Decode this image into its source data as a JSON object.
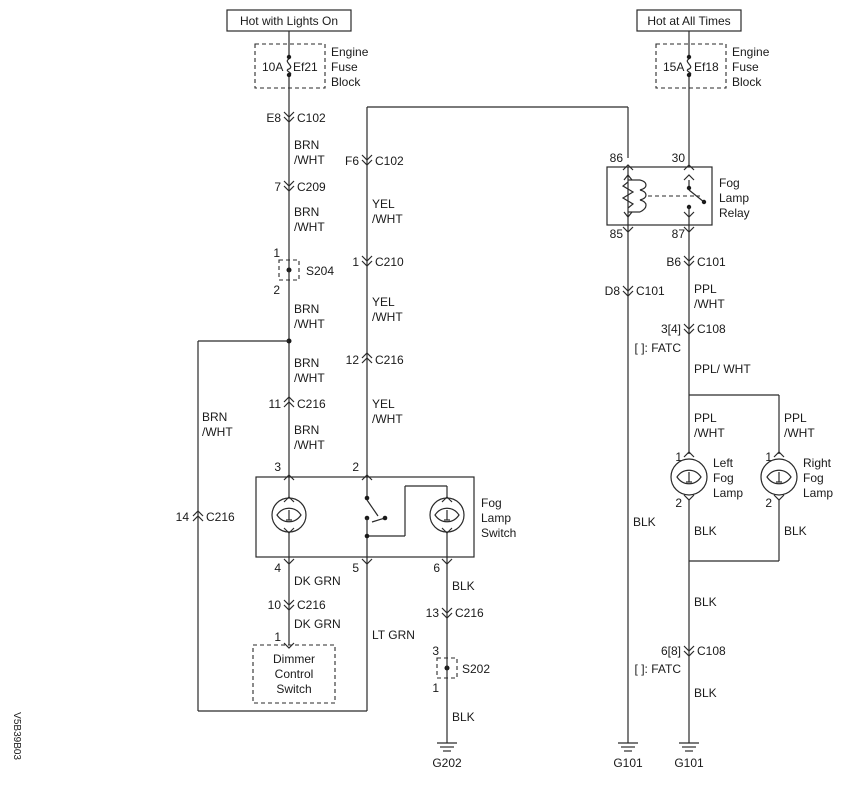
{
  "power": {
    "lights_on": "Hot with Lights On",
    "all_times": "Hot at All Times"
  },
  "fuses": {
    "ef21_rating": "10A",
    "ef21_name": "Ef21",
    "ef18_rating": "15A",
    "ef18_name": "Ef18",
    "block_line1": "Engine",
    "block_line2": "Fuse",
    "block_line3": "Block"
  },
  "wire_colors": {
    "brn": "BRN",
    "wht_suffix": "/WHT",
    "yel": "YEL",
    "dk_grn": "DK GRN",
    "lt_grn": "LT GRN",
    "blk": "BLK",
    "ppl": "PPL",
    "ppl_wht": "PPL/ WHT"
  },
  "connectors": {
    "c102": "C102",
    "c209": "C209",
    "c210": "C210",
    "c216": "C216",
    "c101": "C101",
    "c108": "C108",
    "pin_e8": "E8",
    "pin_f6": "F6",
    "pin_7": "7",
    "pin_1": "1",
    "pin_12": "12",
    "pin_11": "11",
    "pin_14": "14",
    "pin_10": "10",
    "pin_13": "13",
    "pin_d8": "D8",
    "pin_b6": "B6",
    "pin_3_4": "3[4]",
    "pin_6_8": "6[8]",
    "fatc_note": "[ ]: FATC"
  },
  "splices": {
    "s204": "S204",
    "s202": "S202",
    "pin_1": "1",
    "pin_2": "2",
    "pin_3": "3"
  },
  "relay": {
    "name_line1": "Fog",
    "name_line2": "Lamp",
    "name_line3": "Relay",
    "pin_86": "86",
    "pin_30": "30",
    "pin_85": "85",
    "pin_87": "87"
  },
  "switch": {
    "name_line1": "Fog",
    "name_line2": "Lamp",
    "name_line3": "Switch",
    "pin_3": "3",
    "pin_2": "2",
    "pin_4": "4",
    "pin_5": "5",
    "pin_6": "6"
  },
  "dimmer": {
    "line1": "Dimmer",
    "line2": "Control",
    "line3": "Switch",
    "pin_1": "1"
  },
  "lamps": {
    "left_line1": "Left",
    "right_line1": "Right",
    "line2": "Fog",
    "line3": "Lamp",
    "pin_1": "1",
    "pin_2": "2"
  },
  "grounds": {
    "g202": "G202",
    "g101_a": "G101",
    "g101_b": "G101"
  },
  "figure_id": "V5B39B03"
}
